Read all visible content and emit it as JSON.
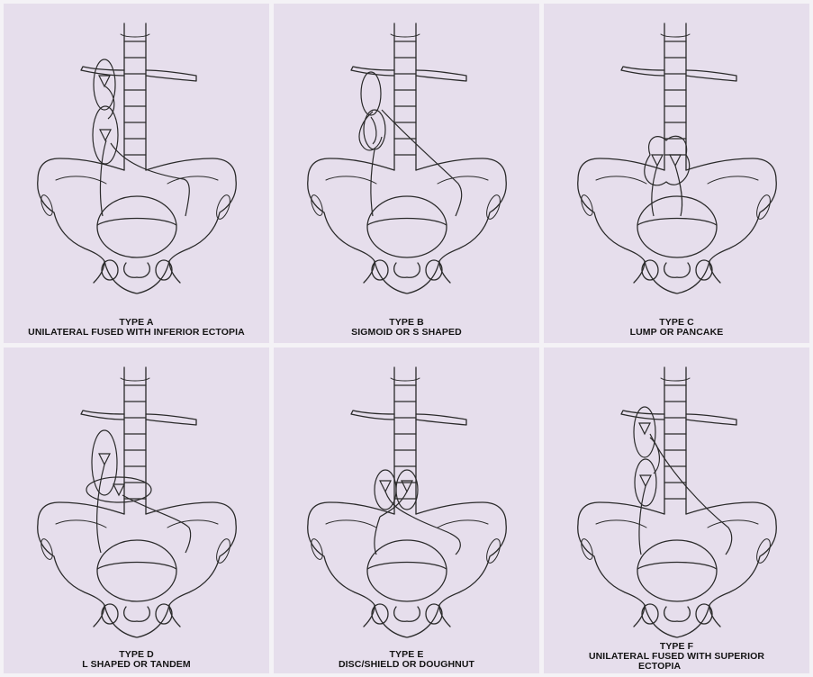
{
  "figure": {
    "panels": [
      {
        "id": "a",
        "title": "TYPE A",
        "subtitle": "UNILATERAL FUSED WITH INFERIOR ECTOPIA"
      },
      {
        "id": "b",
        "title": "TYPE B",
        "subtitle": "SIGMOID OR S SHAPED"
      },
      {
        "id": "c",
        "title": "TYPE C",
        "subtitle": "LUMP OR PANCAKE"
      },
      {
        "id": "d",
        "title": "TYPE D",
        "subtitle": "L SHAPED OR TANDEM"
      },
      {
        "id": "e",
        "title": "TYPE E",
        "subtitle": "DISC/SHIELD OR DOUGHNUT"
      },
      {
        "id": "f",
        "title": "TYPE F",
        "subtitle": "UNILATERAL FUSED WITH SUPERIOR",
        "subtitle2": "ECTOPIA"
      }
    ]
  }
}
